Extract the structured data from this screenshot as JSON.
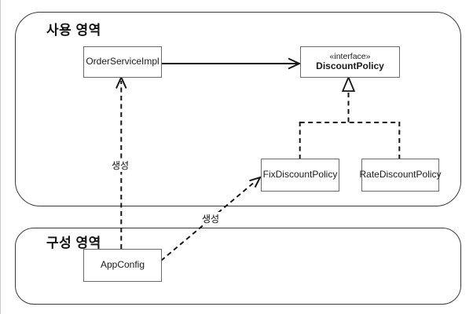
{
  "diagram": {
    "type": "uml-class-diagram",
    "zones": {
      "usage": {
        "title": "사용 영역"
      },
      "config": {
        "title": "구성 영역"
      }
    },
    "nodes": {
      "order_service": {
        "label": "OrderServiceImpl"
      },
      "discount_policy": {
        "stereotype": "«interface»",
        "label": "DiscountPolicy"
      },
      "fix_discount": {
        "label": "FixDiscountPolicy"
      },
      "rate_discount": {
        "label": "RateDiscountPolicy"
      },
      "app_config": {
        "label": "AppConfig"
      }
    },
    "edges": {
      "association": {
        "from": "OrderServiceImpl",
        "to": "DiscountPolicy",
        "style": "solid-open-arrow"
      },
      "realization_fix": {
        "from": "FixDiscountPolicy",
        "to": "DiscountPolicy",
        "style": "dashed-hollow-triangle"
      },
      "realization_rate": {
        "from": "RateDiscountPolicy",
        "to": "DiscountPolicy",
        "style": "dashed-hollow-triangle"
      },
      "create_order": {
        "label": "생성",
        "from": "AppConfig",
        "to": "OrderServiceImpl",
        "style": "dashed-open-arrow"
      },
      "create_fix": {
        "label": "생성",
        "from": "AppConfig",
        "to": "FixDiscountPolicy",
        "style": "dashed-open-arrow"
      }
    },
    "colors": {
      "background": "#ffffff",
      "zone_border": "#3a3a3a",
      "node_border": "#6b6b6b",
      "line": "#161616",
      "text": "#111111",
      "left_edge_line": "#c9c9c9"
    }
  }
}
